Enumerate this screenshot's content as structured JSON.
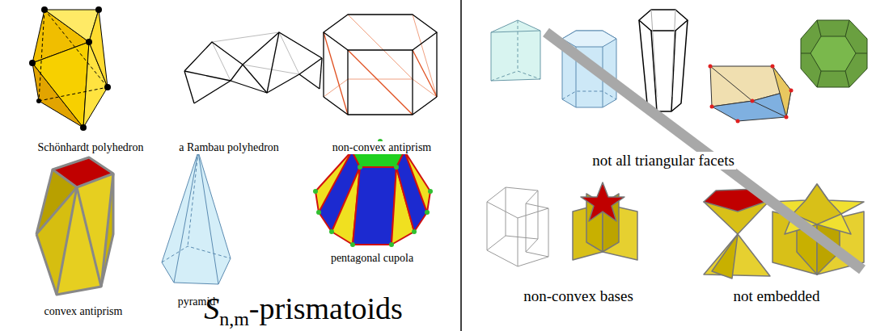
{
  "diagram": {
    "labels": [
      "Schönhardt polyhedron",
      "a Rambau polyhedron",
      "non-convex antiprism",
      "convex antiprism",
      "pyramid",
      "pentagonal cupola",
      "S",
      "n,m",
      "-prismatoids",
      "not all triangular facets",
      "non-convex bases",
      "not embedded"
    ]
  }
}
